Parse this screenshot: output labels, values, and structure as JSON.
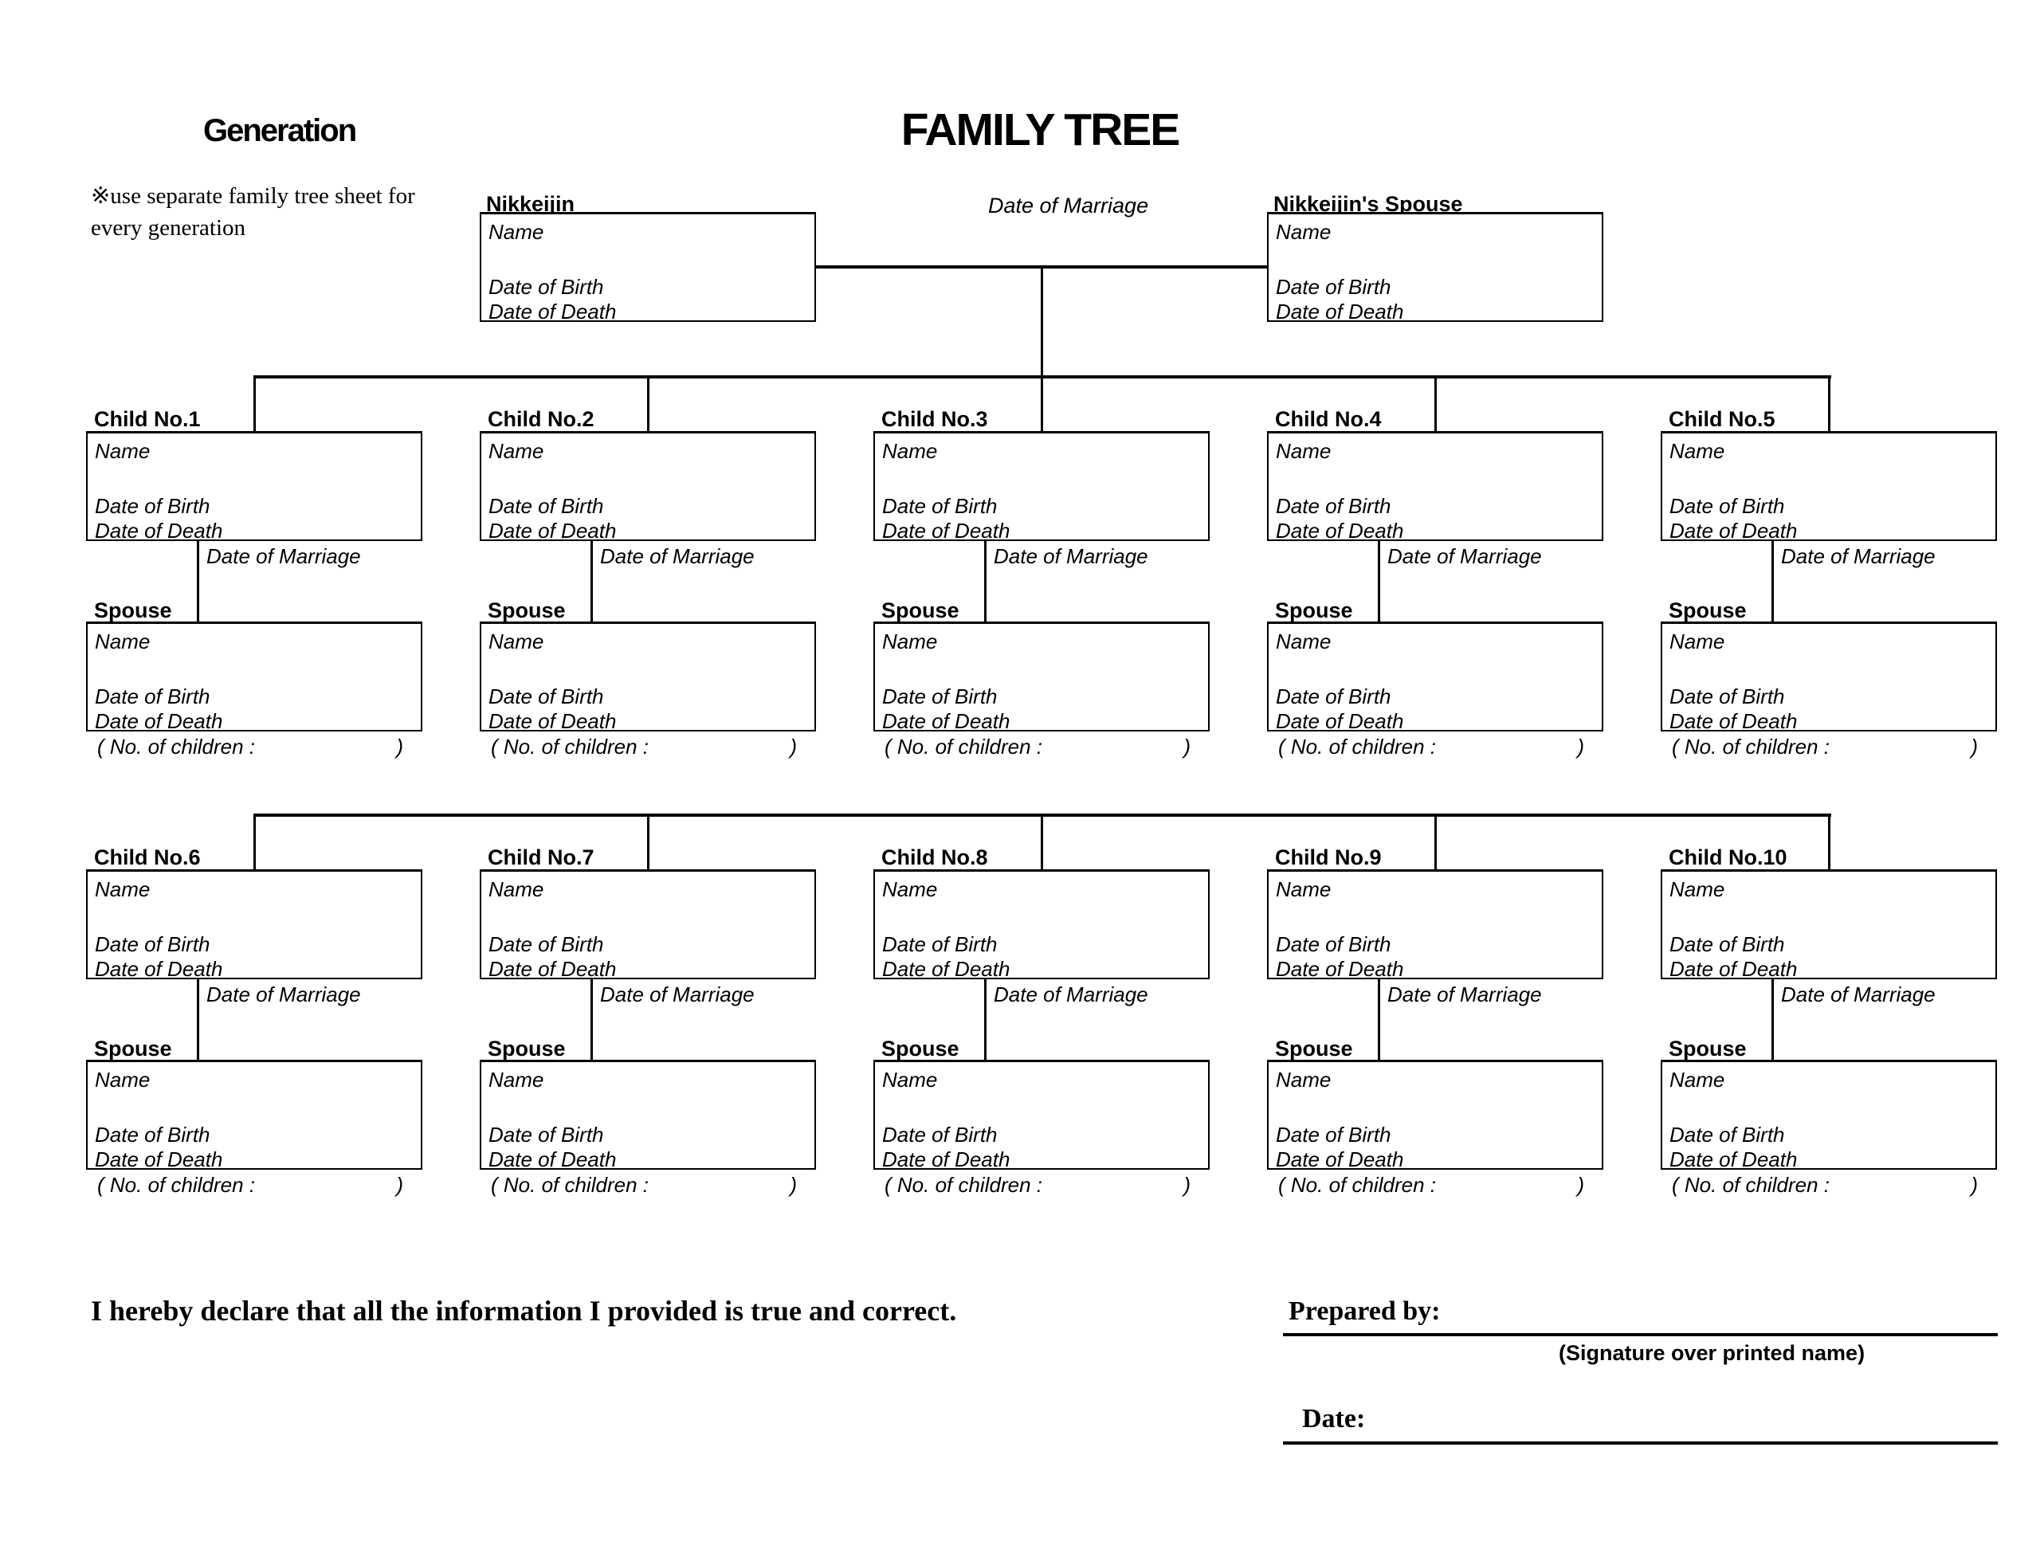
{
  "page": {
    "generation_label": "Generation",
    "title": "FAMILY TREE",
    "note_line1": "※use separate family tree sheet for",
    "note_line2": "every generation"
  },
  "parents": {
    "person_label": "Nikkeijin",
    "marriage_label": "Date of Marriage",
    "spouse_label": "Nikkeijin's Spouse"
  },
  "fields": {
    "name": "Name",
    "birth": "Date of Birth",
    "death": "Date of Death"
  },
  "child_section": {
    "marriage_label": "Date of Marriage",
    "spouse_label": "Spouse",
    "children_count_open": "( No. of children :",
    "children_count_close": ")"
  },
  "children": [
    {
      "label": "Child No.1"
    },
    {
      "label": "Child No.2"
    },
    {
      "label": "Child No.3"
    },
    {
      "label": "Child No.4"
    },
    {
      "label": "Child No.5"
    },
    {
      "label": "Child No.6"
    },
    {
      "label": "Child No.7"
    },
    {
      "label": "Child No.8"
    },
    {
      "label": "Child No.9"
    },
    {
      "label": "Child No.10"
    }
  ],
  "footer": {
    "declaration": "I hereby declare that all the information I provided is true and correct.",
    "prepared_by": "Prepared by:",
    "signature_note": "(Signature over printed name)",
    "date_label": "Date:"
  },
  "colors": {
    "ink": "#000000",
    "paper": "#ffffff"
  }
}
